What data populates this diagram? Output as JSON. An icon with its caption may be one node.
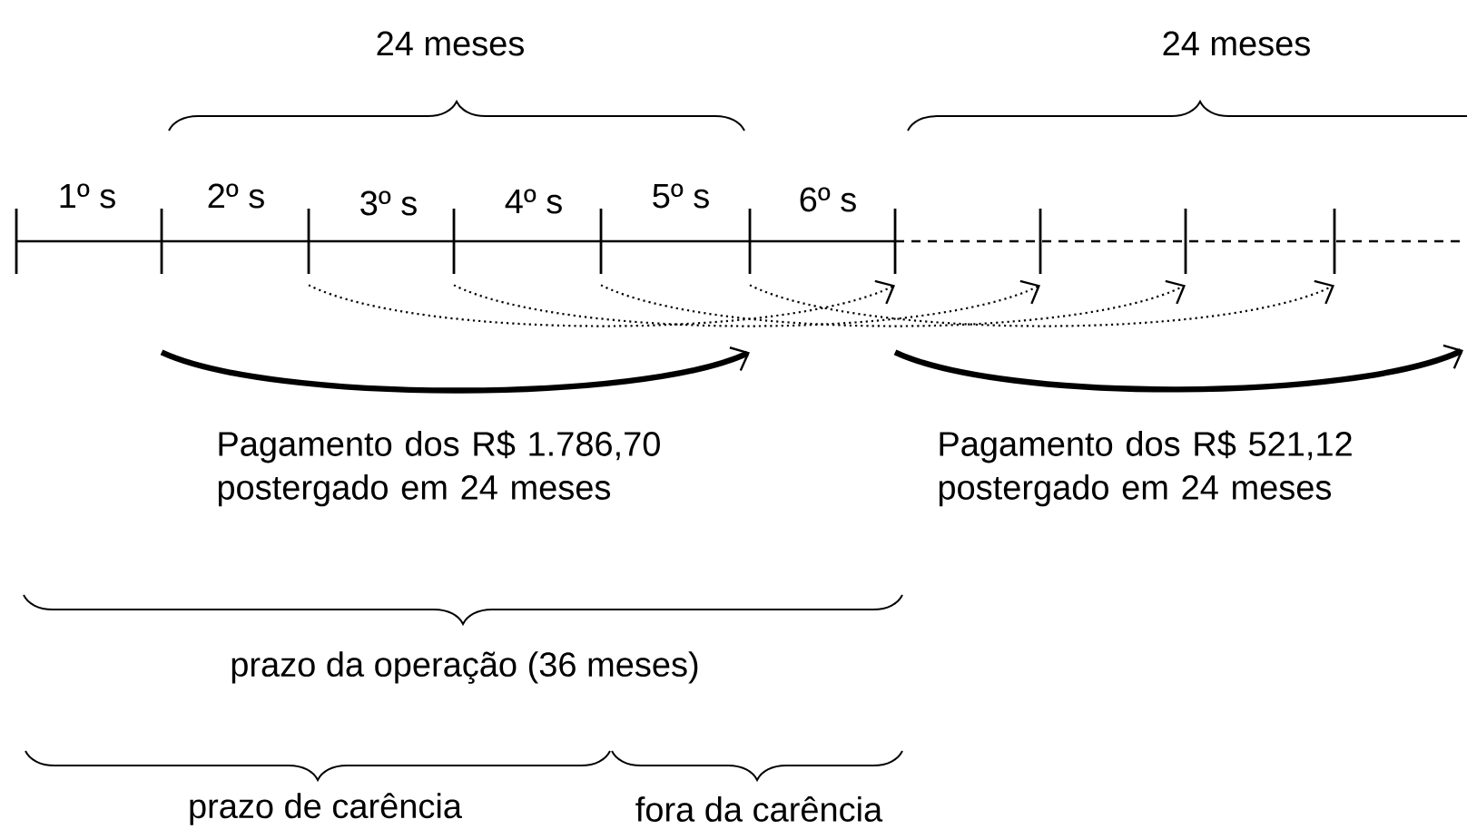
{
  "diagram": {
    "nodes": [
      {
        "text": [],
        "shape": "bar"
      },
      {
        "text": [],
        "shape": "bar"
      },
      {
        "text": [],
        "shape": "bar"
      },
      {
        "text": [],
        "shape": "bar"
      },
      {
        "text": [],
        "shape": "bar"
      },
      {
        "text": [],
        "shape": "bar"
      },
      {
        "text": [],
        "shape": "bar"
      },
      {
        "text": [],
        "shape": "bar"
      },
      {
        "text": [],
        "shape": "bar"
      },
      {
        "text": [],
        "shape": "bar"
      }
    ],
    "edges": [
      {
        "from": 2,
        "to": 6,
        "arrow": "to",
        "style": "dashed"
      },
      {
        "from": 3,
        "to": 7,
        "arrow": "to",
        "style": "dashed"
      },
      {
        "from": 4,
        "to": 8,
        "arrow": "to",
        "style": "dashed"
      },
      {
        "from": 5,
        "to": 9,
        "arrow": "to",
        "style": "dashed"
      },
      {
        "from": 1,
        "to": 5,
        "arrow": "to",
        "style": "thick",
        "label": "Pagamento dos R$ 1.786,70 postergado em 24 meses"
      },
      {
        "from": 6,
        "to": null,
        "arrow": "to",
        "style": "thick",
        "label": "Pagamento dos R$ 521,12 postergado em 24 meses"
      }
    ],
    "labels": [
      "24 meses",
      "24 meses",
      "1º s",
      "2º s",
      "3º s",
      "4º s",
      "5º s",
      "6º s",
      "prazo da operação (36 meses)",
      "prazo de carência",
      "fora da carência"
    ]
  }
}
